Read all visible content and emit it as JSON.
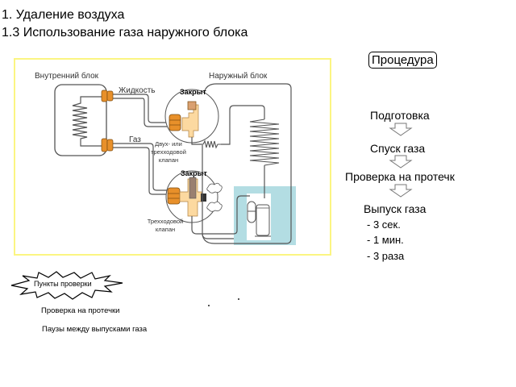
{
  "header": {
    "title": "1. Удаление воздуха",
    "subtitle": "1.3 Использование газа наружного блока"
  },
  "diagram": {
    "indoor_unit_label": "Внутренний блок",
    "outdoor_unit_label": "Наружный блок",
    "liquid_label": "Жидкость",
    "gas_label": "Газ",
    "valve_top_state": "Закрыт",
    "valve_bottom_state": "Закрыт",
    "two_three_way_valve_label": [
      "Двух- или",
      "трехходовой",
      "клапан"
    ],
    "three_way_valve_label": [
      "Трехходовой",
      "клапан"
    ],
    "colors": {
      "frame_border": "#fbf582",
      "fitting_orange": "#e8902a",
      "valve_body": "#fcd9a0",
      "compressor_area": "#b3dde3",
      "pipe": "#555555"
    }
  },
  "procedure": {
    "title": "Процедура",
    "steps": [
      "Подготовка",
      "Спуск газа",
      "Проверка на протечк",
      "Выпуск газа"
    ],
    "release_details": [
      "- 3 сек.",
      "- 1 мин.",
      "- 3 раза"
    ],
    "arrow_icon": "down-arrow-outline-icon"
  },
  "check_points": {
    "badge_label": "Пункты проверки",
    "items": [
      "Проверка на протечки",
      "Паузы между выпусками газа"
    ]
  }
}
